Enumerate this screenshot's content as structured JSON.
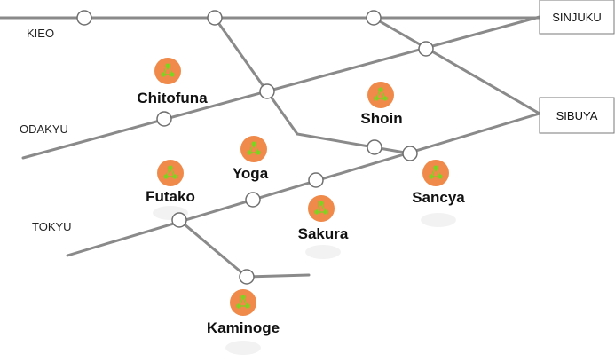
{
  "colors": {
    "line": "#8a8a8a",
    "area_marker": "#f08a4b",
    "area_glyph": "#7ed321"
  },
  "lines": {
    "kieo": "KIEO",
    "odakyu": "ODAKYU",
    "tokyu": "TOKYU"
  },
  "terminals": {
    "sinjuku": "SINJUKU",
    "sibuya": "SIBUYA"
  },
  "areas": {
    "chitofuna": "Chitofuna",
    "shoin": "Shoin",
    "yoga": "Yoga",
    "futako": "Futako",
    "sancya": "Sancya",
    "sakura": "Sakura",
    "kaminoge": "Kaminoge"
  },
  "icons": {
    "area_marker": "area-marker-icon",
    "station": "station-node-icon"
  }
}
